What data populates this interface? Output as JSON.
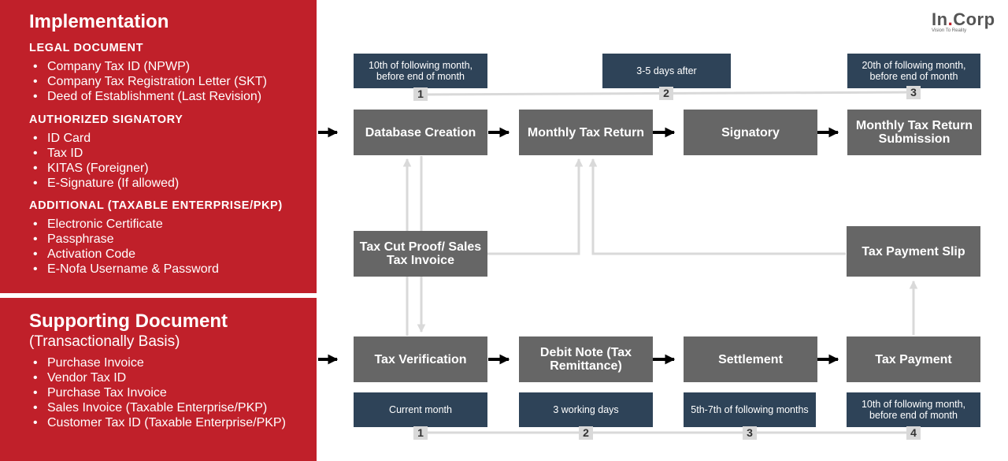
{
  "implementation": {
    "title": "Implementation",
    "sections": [
      {
        "heading": "LEGAL DOCUMENT",
        "items": [
          "Company Tax ID (NPWP)",
          "Company Tax Registration Letter (SKT)",
          "Deed of Establishment (Last Revision)"
        ]
      },
      {
        "heading": "AUTHORIZED SIGNATORY",
        "items": [
          "ID Card",
          "Tax ID",
          "KITAS (Foreigner)",
          "E-Signature (If allowed)"
        ]
      },
      {
        "heading": "ADDITIONAL (TAXABLE ENTERPRISE/PKP)",
        "items": [
          "Electronic Certificate",
          "Passphrase",
          "Activation Code",
          "E-Nofa Username & Password"
        ]
      }
    ]
  },
  "supporting": {
    "title": "Supporting Document",
    "subtitle": "(Transactionally Basis)",
    "items": [
      "Purchase Invoice",
      "Vendor Tax ID",
      "Purchase Tax Invoice",
      "Sales Invoice (Taxable Enterprise/PKP)",
      "Customer Tax ID (Taxable Enterprise/PKP)"
    ]
  },
  "logo": {
    "name_a": "In",
    "dot": ".",
    "name_b": "Corp",
    "tagline": "Vision To Reality"
  },
  "top_flow": {
    "boxes": [
      "Database Creation",
      "Monthly Tax Return",
      "Signatory",
      "Monthly Tax Return Submission"
    ],
    "notes": [
      "10th of following month, before end of month",
      "3-5 days after",
      "20th of following month, before end of month"
    ],
    "numbers": [
      "1",
      "2",
      "3"
    ]
  },
  "middle": {
    "tax_cut_proof": "Tax Cut Proof/ Sales Tax Invoice",
    "tax_payment_slip": "Tax Payment Slip"
  },
  "bottom_flow": {
    "boxes": [
      "Tax Verification",
      "Debit Note (Tax Remittance)",
      "Settlement",
      "Tax Payment"
    ],
    "notes": [
      "Current month",
      "3 working days",
      "5th-7th of following months",
      "10th of following month, before end of month"
    ],
    "numbers": [
      "1",
      "2",
      "3",
      "4"
    ]
  },
  "colors": {
    "red": "#c0202a",
    "box_gray": "#666666",
    "note_navy": "#2e4358",
    "connector": "#d9d9d9"
  }
}
